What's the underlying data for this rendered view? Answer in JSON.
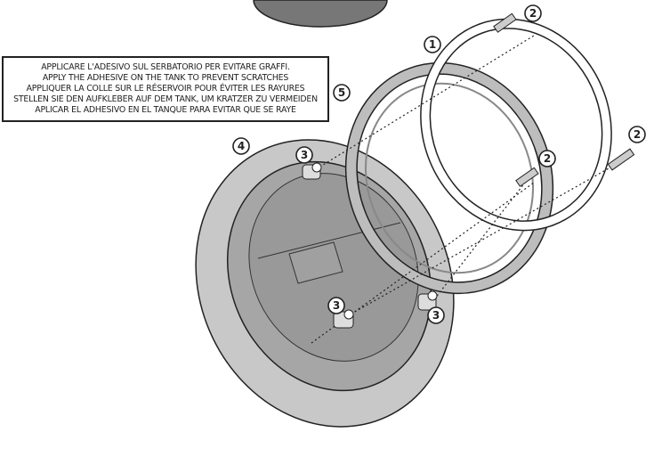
{
  "instruction_lines": [
    "APPLICARE L'ADESIVO SUL SERBATORIO PER EVITARE GRAFFI.",
    "APPLY THE ADHESIVE ON THE TANK TO PREVENT SCRATCHES",
    "APPLIQUER LA COLLE SUR LE RÉSERVOIR POUR ÉVITER LES RAYURES",
    "STELLEN SIE DEN AUFKLEBER AUF DEM TANK, UM KRATZER ZU VERMEIDEN",
    "APLICAR EL ADHESIVO EN EL TANQUE PARA EVITAR QUE SE RAYE"
  ],
  "callouts": {
    "c1": "1",
    "c2a": "2",
    "c2b": "2",
    "c2c": "2",
    "c3a": "3",
    "c3b": "3",
    "c3c": "3",
    "c4": "4",
    "c5": "5"
  }
}
